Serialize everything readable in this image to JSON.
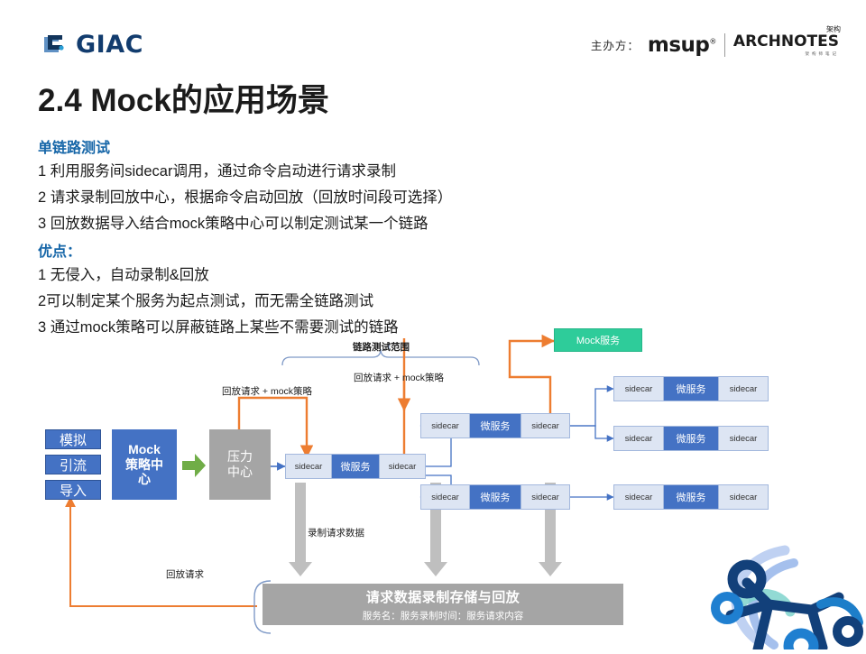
{
  "brand": {
    "logo_text": "GIAC",
    "logo_icon": "giac-logo-icon"
  },
  "sponsor": {
    "label": "主办方：",
    "msup": "msup",
    "msup_mark": "®",
    "archnotes": "ARCHNOTES",
    "archnotes_cn": "架构",
    "archnotes_sub": "架构师笔记"
  },
  "title": "2.4 Mock的应用场景",
  "sections": [
    {
      "heading": "单链路测试",
      "lines": [
        "1 利用服务间sidecar调用，通过命令启动进行请求录制",
        "2 请求录制回放中心，根据命令启动回放（回放时间段可选择）",
        "3 回放数据导入结合mock策略中心可以制定测试某一个链路"
      ]
    },
    {
      "heading": "优点：",
      "lines": [
        "1 无侵入，自动录制&回放",
        "2可以制定某个服务为起点测试，而无需全链路测试",
        "3 通过mock策略可以屏蔽链路上某些不需要测试的链路"
      ]
    }
  ],
  "diagram": {
    "input_tags": [
      "模拟",
      "引流",
      "导入"
    ],
    "mock_center": "Mock\n策略中\n心",
    "mock_center_lines": [
      "Mock",
      "策略中",
      "心"
    ],
    "press_center_lines": [
      "压力",
      "中心"
    ],
    "mock_service": "Mock服务",
    "microservice": {
      "sidecar_left": "sidecar",
      "core": "微服务",
      "sidecar_right": "sidecar"
    },
    "labels": {
      "scope": "链路测试范围",
      "replay_mock_1": "回放请求 + mock策略",
      "replay_mock_2": "回放请求 + mock策略",
      "record_data": "录制请求数据",
      "replay_request": "回放请求"
    },
    "store": {
      "title": "请求数据录制存储与回放",
      "subtitle": "服务名：服务录制时间：服务请求内容"
    },
    "colors": {
      "blue": "#4472c4",
      "gray": "#a5a5a5",
      "green": "#2ecc9a",
      "orange": "#ed7d31",
      "light_blue": "#dde5f3",
      "heading_blue": "#1666a8"
    }
  }
}
